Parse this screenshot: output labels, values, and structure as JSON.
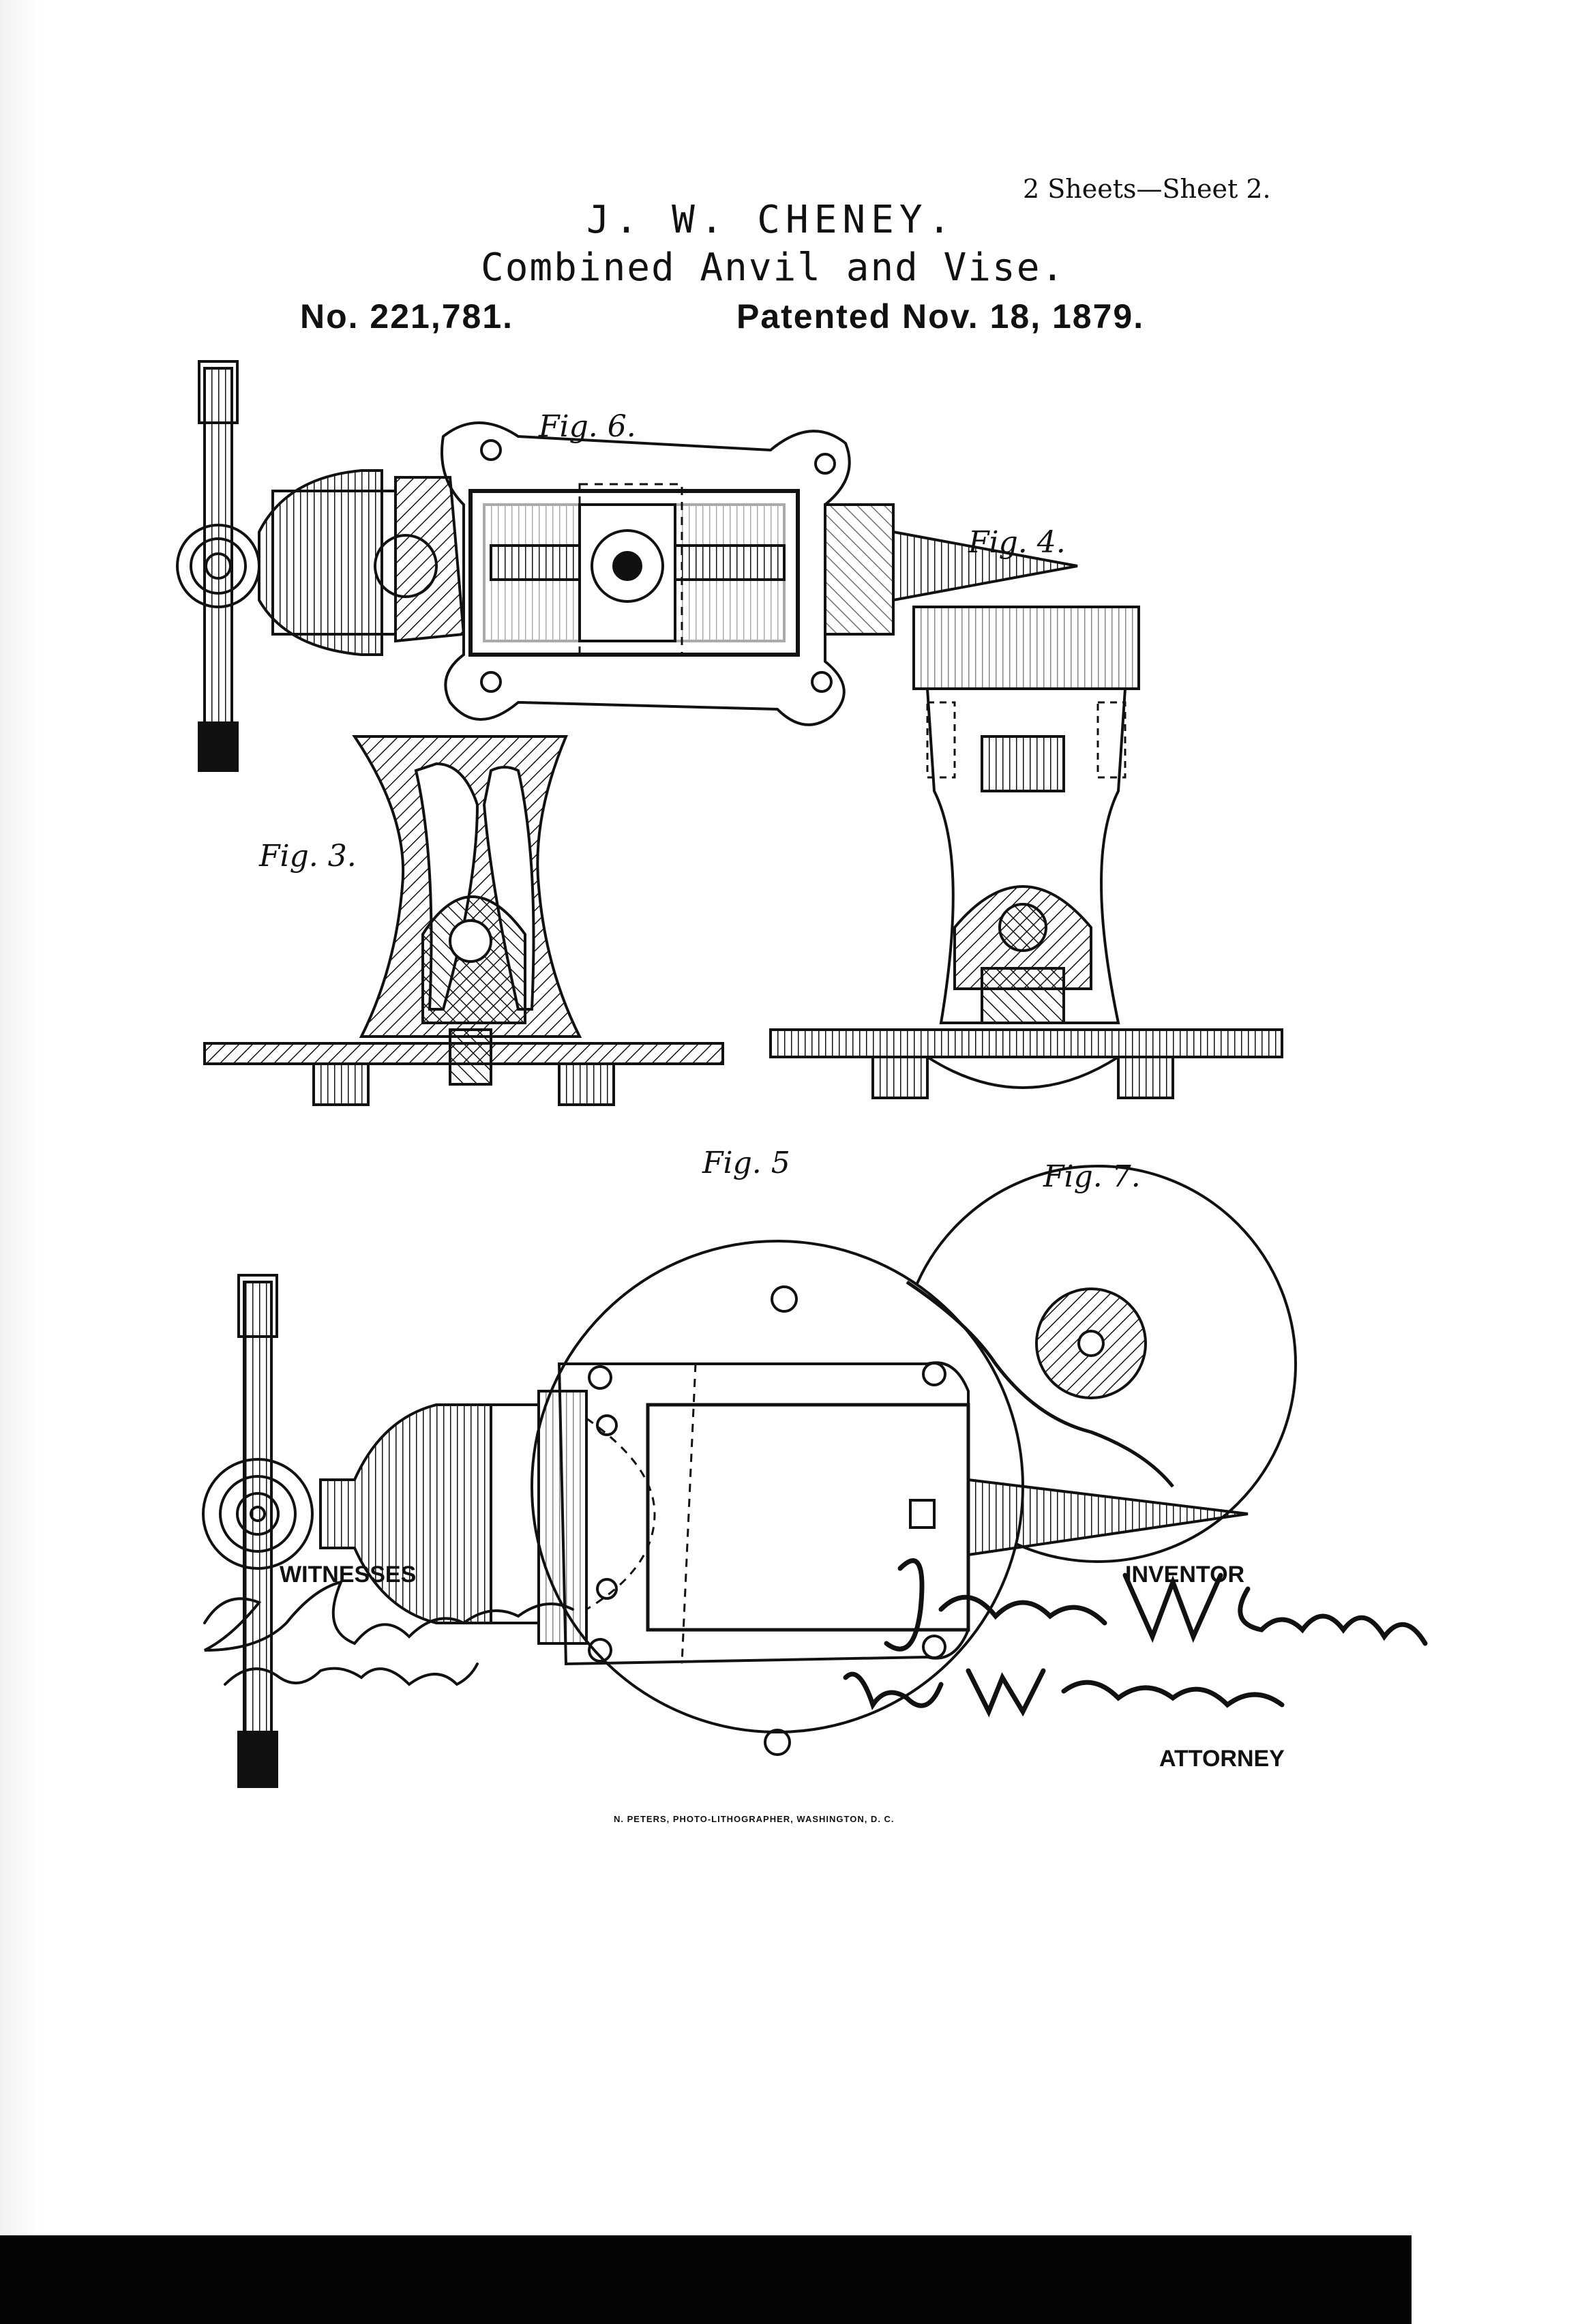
{
  "header": {
    "sheet_note": "2 Sheets—Sheet 2.",
    "inventor": "J. W. CHENEY.",
    "title": "Combined Anvil and Vise.",
    "patent_number": "No. 221,781.",
    "patent_date": "Patented Nov. 18, 1879."
  },
  "figures": {
    "fig6": "Fig. 6.",
    "fig4": "Fig. 4.",
    "fig3": "Fig. 3.",
    "fig5": "Fig. 5",
    "fig7": "Fig. 7."
  },
  "footer": {
    "witnesses_label": "WITNESSES",
    "inventor_label": "INVENTOR",
    "attorney_label": "ATTORNEY",
    "printer": "N. PETERS, PHOTO-LITHOGRAPHER, WASHINGTON, D. C."
  },
  "colors": {
    "ink": "#111111",
    "paper": "#ffffff",
    "bar": "#050505"
  }
}
